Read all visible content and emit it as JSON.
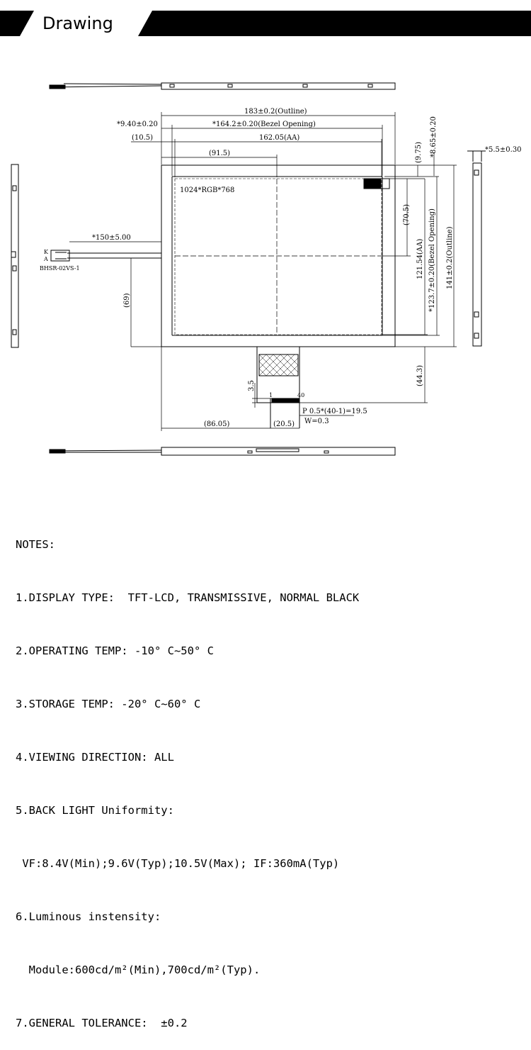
{
  "header": {
    "title": "Drawing"
  },
  "drawing": {
    "resolution": "1024*RGB*768",
    "dims": {
      "outline_w": "183±0.2(Outline)",
      "left_offset": "*9.40±0.20",
      "bezel_w": "*164.2±0.20(Bezel Opening)",
      "aa_left": "(10.5)",
      "aa_w": "162.05(AA)",
      "half_w": "(91.5)",
      "top_gap": "(9.75)",
      "top_offset": "*8.65±0.20",
      "side_thk": "*5.5±0.30",
      "half_h": "(70.5)",
      "aa_h": "121.54(AA)",
      "bezel_h": "*123.7±0.20(Bezel Opening)",
      "outline_h": "141±0.2(Outline)",
      "cable_len": "*150±5.00",
      "cable_h": "(69)",
      "connector": "BHSR-02VS-1",
      "pin_k": "K",
      "pin_a": "A",
      "fpc_len": "(44.3)",
      "fpc_tab": "3.5",
      "pin_first": "1",
      "pin_last": "40",
      "pitch": "P 0.5*(40-1)=19.5",
      "width": "W=0.3",
      "fpc_x": "(86.05)",
      "fpc_w": "(20.5)"
    }
  },
  "notes": [
    "NOTES:",
    "1.DISPLAY TYPE:  TFT-LCD, TRANSMISSIVE, NORMAL BLACK",
    "2.OPERATING TEMP: -10° C~50° C",
    "3.STORAGE TEMP: -20° C~60° C",
    "4.VIEWING DIRECTION: ALL",
    "5.BACK LIGHT Uniformity:",
    " VF:8.4V(Min);9.6V(Typ);10.5V(Max); IF:360mA(Typ)",
    "6.Luminous instensity:",
    "  Module:600cd/m²(Min),700cd/m²(Typ).",
    "7.GENERAL TOLERANCE:  ±0.2"
  ]
}
